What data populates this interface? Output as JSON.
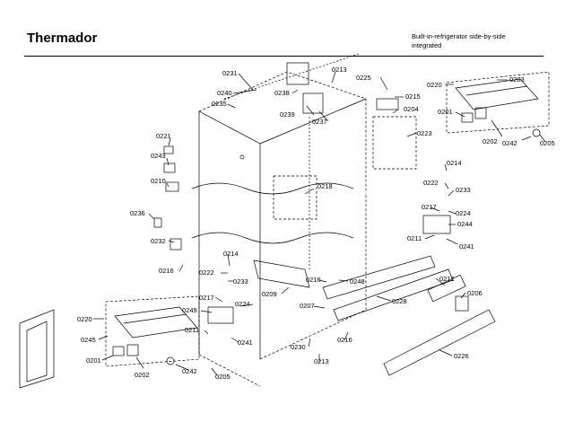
{
  "header": {
    "brand": "Thermador",
    "subtitle_line1": "Built-in-refrigerator side-by-side",
    "subtitle_line2": "integrated"
  },
  "diagram": {
    "part_labels": {
      "p0231": "0231",
      "p0240": "0240",
      "p0235": "0235",
      "p0238": "0238",
      "p0213a": "0213",
      "p0225": "0225",
      "p0215": "0215",
      "p0204": "0204",
      "p0239": "0239",
      "p0237": "0237",
      "p0223": "0223",
      "p0220a": "0220",
      "p0203a": "0203",
      "p0201a": "0201",
      "p0202a": "0202",
      "p0242a": "0242",
      "p0205a": "0205",
      "p0221": "0221",
      "p0243": "0243",
      "p0210": "0210",
      "p0218": "0218",
      "p0214a": "0214",
      "p0222a": "0222",
      "p0233a": "0233",
      "p0217a": "0217",
      "p0224a": "0224",
      "p0244": "0244",
      "p0211a": "0211",
      "p0241a": "0241",
      "p0236": "0236",
      "p0232": "0232",
      "p0216a": "0216",
      "p0214b": "0214",
      "p0222b": "0222",
      "p0233b": "0233",
      "p0217b": "0217",
      "p0224b": "0224",
      "p0249": "0249",
      "p0211b": "0211",
      "p0241b": "0241",
      "p0209": "0209",
      "p0216b": "0216",
      "p0248": "0248",
      "p0212": "0212",
      "p0206": "0206",
      "p0228": "0228",
      "p0207": "0207",
      "p0216c": "0216",
      "p0230": "0230",
      "p0213b": "0213",
      "p0226": "0226",
      "p0220b": "0220",
      "p0245": "0245",
      "p0201b": "0201",
      "p0202b": "0202",
      "p0242b": "0242",
      "p0205b": "0205"
    }
  }
}
